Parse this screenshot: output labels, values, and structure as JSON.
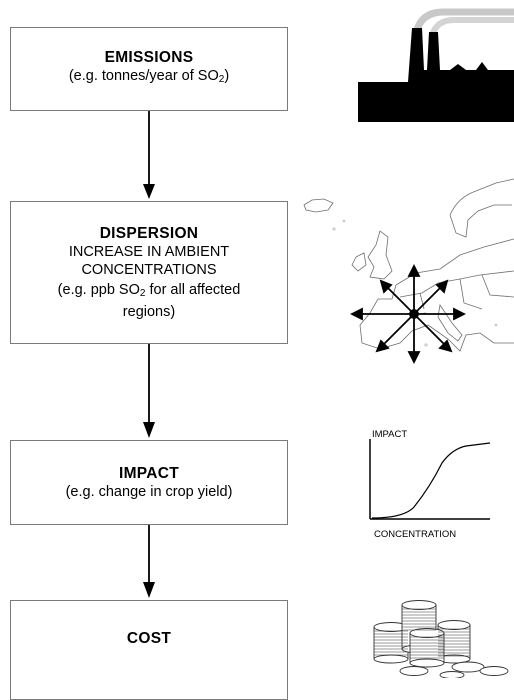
{
  "steps": [
    {
      "title": "EMISSIONS",
      "lines": [
        "(e.g. tonnes/year of SO",
        "2",
        ")"
      ]
    },
    {
      "title": "DISPERSION",
      "line1": "INCREASE IN AMBIENT",
      "line2": "CONCENTRATIONS",
      "line3_pre": "(e.g. ppb SO",
      "line3_sub": "2",
      "line3_post": " for all affected",
      "line4": "regions)"
    },
    {
      "title": "IMPACT",
      "line1": "(e.g. change in crop yield)"
    },
    {
      "title": "COST"
    }
  ],
  "icons": {
    "emissions": "factory-icon",
    "dispersion": "europe-map-icon",
    "impact": "impact-curve-icon",
    "cost": "coins-icon"
  },
  "impact_graph": {
    "y_label": "IMPACT",
    "x_label": "CONCENTRATION"
  }
}
